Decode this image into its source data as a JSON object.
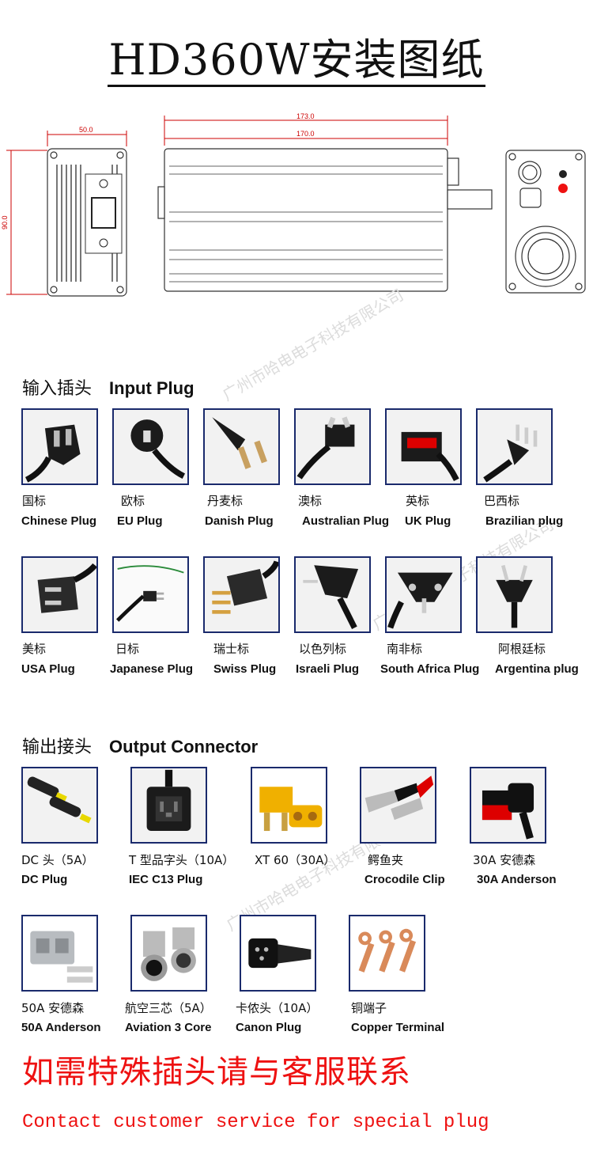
{
  "title": "HD360W安装图纸",
  "drawing": {
    "dim_top_left": "50.0",
    "dim_side": "90.0",
    "dim_outer": "173.0",
    "dim_inner": "170.0"
  },
  "watermark": "广州市哈电电子科技有限公司",
  "input_section": {
    "title_cn": "输入插头",
    "title_en": "Input Plug",
    "items": [
      {
        "cn": "国标",
        "en": "Chinese Plug"
      },
      {
        "cn": "欧标",
        "en": "EU Plug"
      },
      {
        "cn": "丹麦标",
        "en": "Danish Plug"
      },
      {
        "cn": "澳标",
        "en": "Australian Plug"
      },
      {
        "cn": "英标",
        "en": "UK Plug"
      },
      {
        "cn": "巴西标",
        "en": "Brazilian plug"
      },
      {
        "cn": "美标",
        "en": "USA Plug"
      },
      {
        "cn": "日标",
        "en": "Japanese Plug"
      },
      {
        "cn": "瑞士标",
        "en": "Swiss Plug"
      },
      {
        "cn": "以色列标",
        "en": "Israeli Plug"
      },
      {
        "cn": "南非标",
        "en": "South Africa Plug"
      },
      {
        "cn": "阿根廷标",
        "en": "Argentina plug"
      }
    ]
  },
  "output_section": {
    "title_cn": "输出接头",
    "title_en": "Output Connector",
    "items": [
      {
        "cn": "DC 头（5A）",
        "en": "DC Plug"
      },
      {
        "cn": "T 型品字头（10A）",
        "en": "IEC C13 Plug"
      },
      {
        "cn": "XT 60（30A）",
        "en": ""
      },
      {
        "cn": "鳄鱼夹",
        "en": "Crocodile Clip"
      },
      {
        "cn": "30A 安德森",
        "en": "30A Anderson"
      },
      {
        "cn": "50A 安德森",
        "en": "50A Anderson"
      },
      {
        "cn": "航空三芯（5A）",
        "en": "Aviation 3 Core"
      },
      {
        "cn": "卡侬头（10A）",
        "en": "Canon Plug"
      },
      {
        "cn": "铜端子",
        "en": "Copper Terminal"
      }
    ]
  },
  "footer": {
    "cn": "如需特殊插头请与客服联系",
    "en": "Contact customer service for special plug"
  },
  "colors": {
    "frame": "#1a2a6c",
    "footer": "#e11111",
    "dimension": "#cc0000"
  }
}
